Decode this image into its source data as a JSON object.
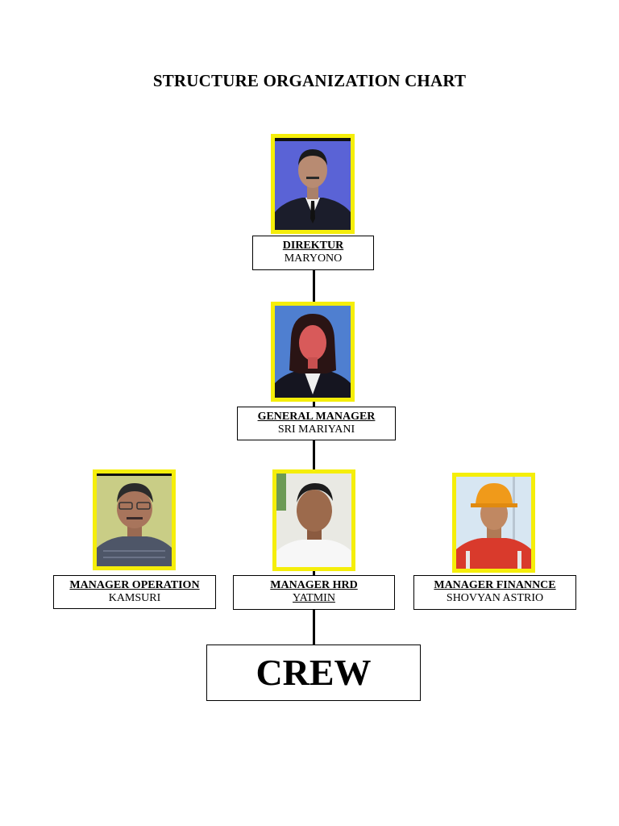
{
  "title": "STRUCTURE ORGANIZATION CHART",
  "nodes": {
    "direktur": {
      "role": "DIREKTUR",
      "name": "MARYONO"
    },
    "general_manager": {
      "role": "GENERAL MANAGER ",
      "name": "SRI MARIYANI"
    },
    "manager_operation": {
      "role": "MANAGER OPERATION",
      "name": "KAMSURI"
    },
    "manager_hrd": {
      "role": "MANAGER HRD",
      "name": "YATMIN"
    },
    "manager_finance": {
      "role": "MANAGER FINANNCE",
      "name": "SHOVYAN ASTRIO"
    },
    "crew": {
      "label": "CREW"
    }
  },
  "colors": {
    "photo_frame": "#f5ee0a",
    "line": "#000000"
  }
}
